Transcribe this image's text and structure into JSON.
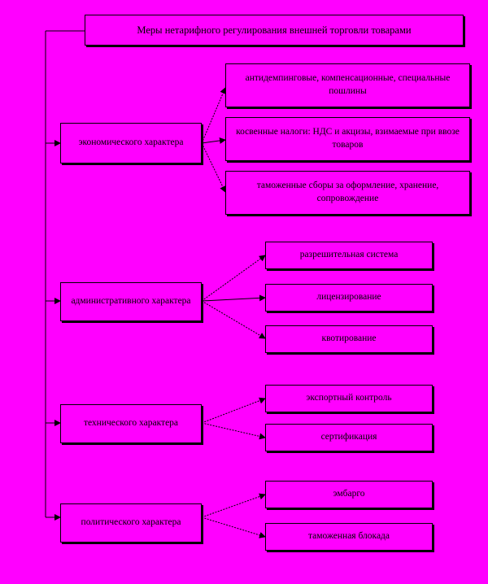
{
  "title": "Меры нетарифного регулирования внешней торговли товарами",
  "categories": [
    {
      "label": "экономического характера",
      "measures": [
        "антидемпинговые, компенсационные, специальные пошлины",
        "косвенные налоги: НДС и акцизы, взимаемые при ввозе товаров",
        "таможенные сборы за оформление, хранение, сопровождение"
      ]
    },
    {
      "label": "административного характера",
      "measures": [
        "разрешительная система",
        "лицензирование",
        "квотирование"
      ]
    },
    {
      "label": "технического характера",
      "measures": [
        "экспортный контроль",
        "сертификация"
      ]
    },
    {
      "label": "политического характера",
      "measures": [
        "эмбарго",
        "таможенная блокада"
      ]
    }
  ],
  "colors": {
    "background": "#ff00ff",
    "line": "#000000"
  }
}
